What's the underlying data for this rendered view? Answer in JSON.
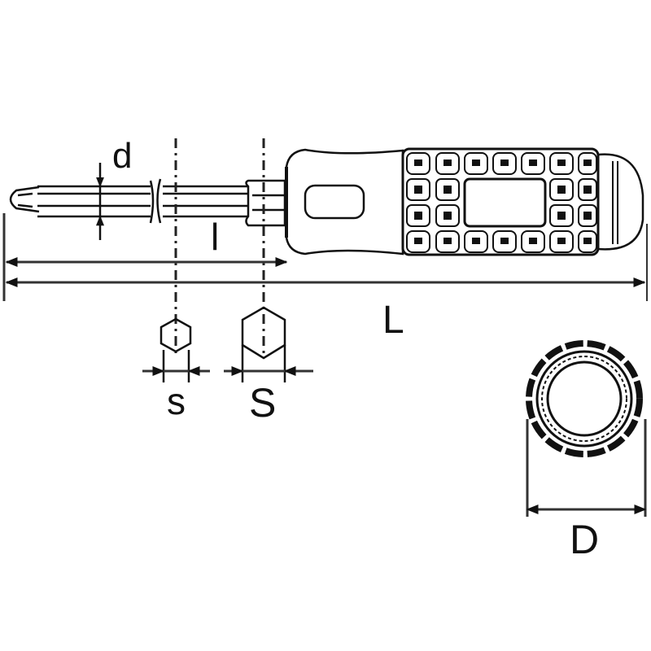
{
  "diagram": {
    "subject": "Phillips screwdriver dimension drawing",
    "colors": {
      "line": "#111111",
      "dim_line": "#333333",
      "background": "#ffffff"
    },
    "labels": {
      "blade_diameter": "d",
      "blade_length": "l",
      "overall_length": "L",
      "small_hex": "s",
      "large_hex": "S",
      "handle_diameter": "D"
    },
    "views": [
      "side-view",
      "small-hex-section",
      "large-hex-section",
      "handle-end-view"
    ]
  }
}
